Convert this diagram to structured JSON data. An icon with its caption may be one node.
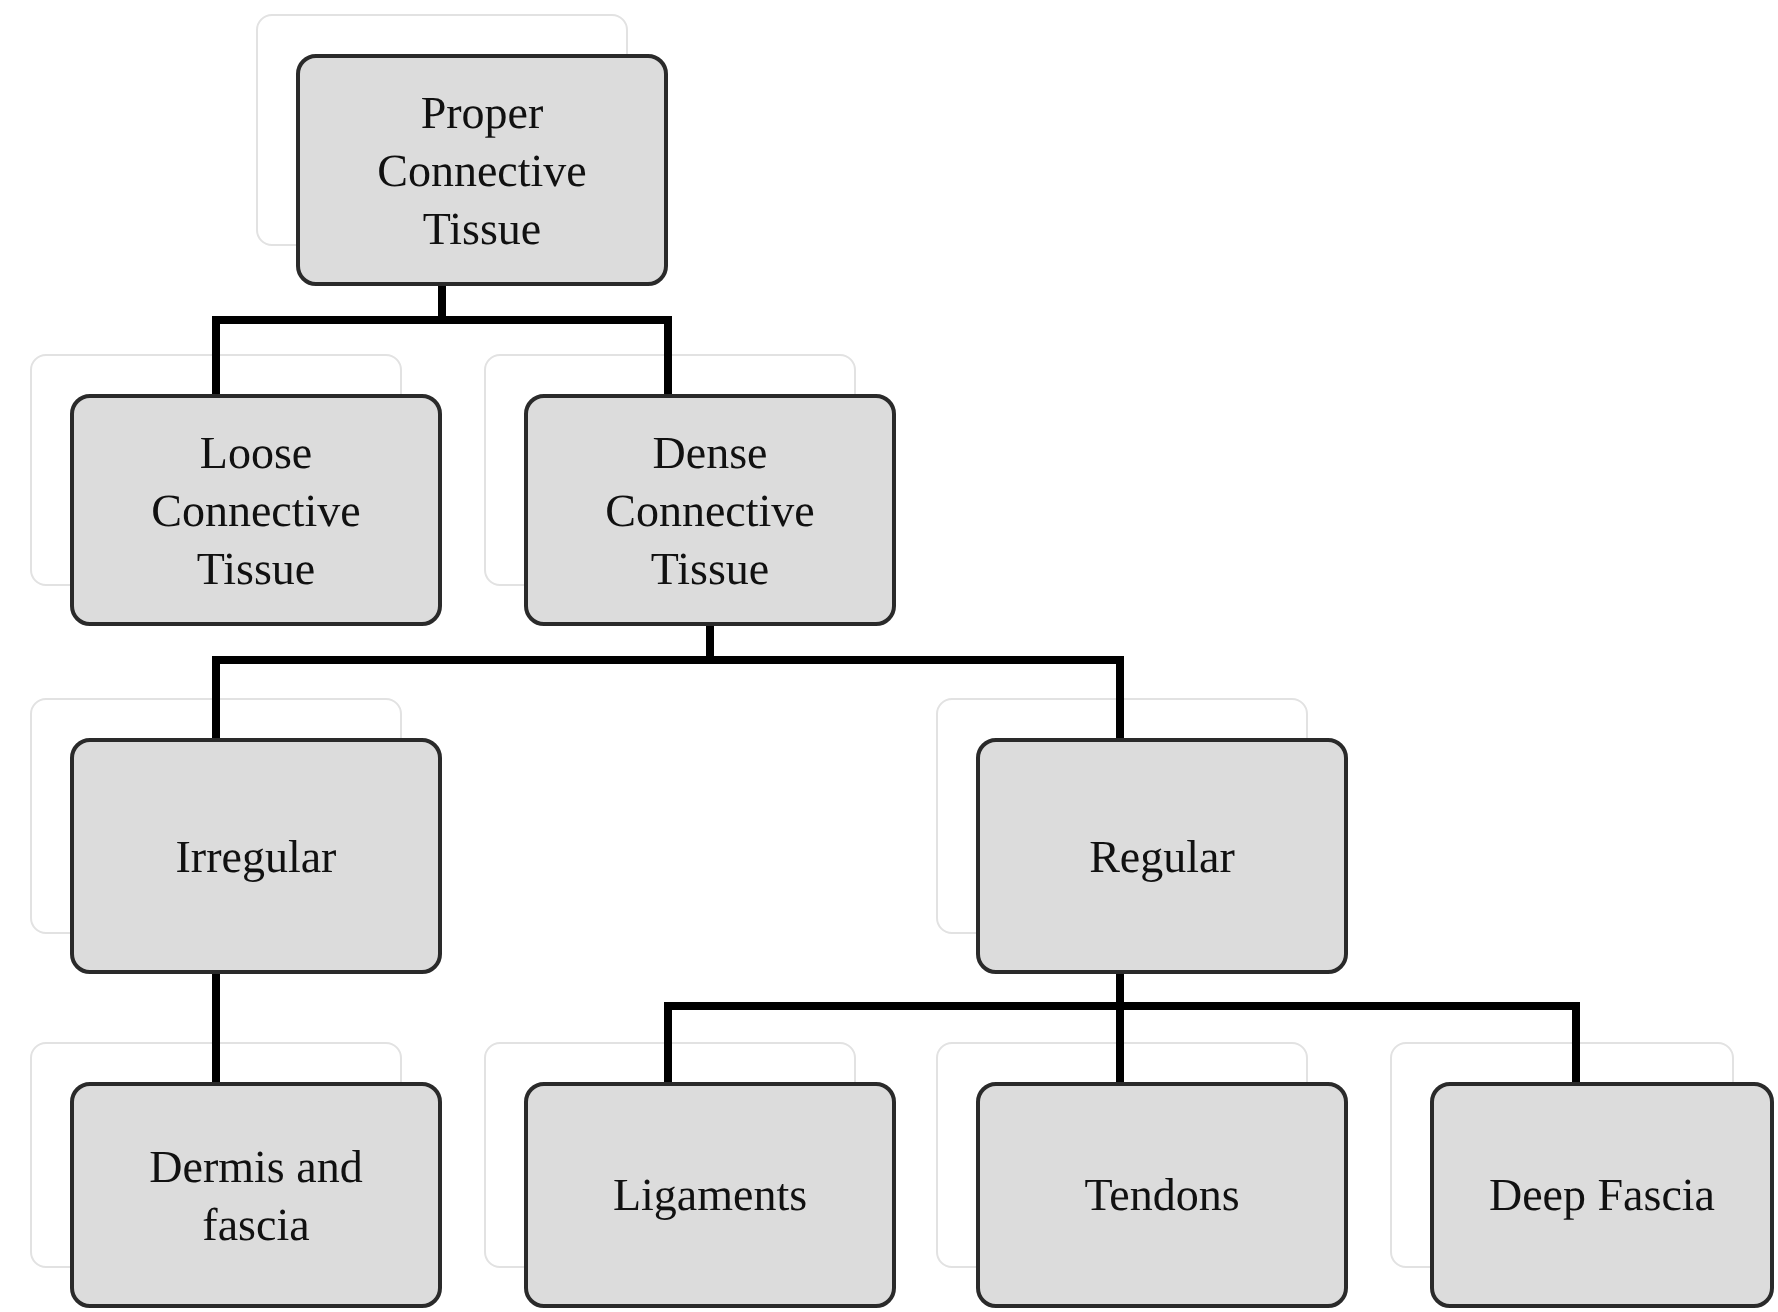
{
  "diagram": {
    "nodes": [
      {
        "text": [
          "Proper Connective Tissue"
        ]
      },
      {
        "text": [
          "Loose Connective Tissue"
        ]
      },
      {
        "text": [
          "Dense Connective Tissue"
        ]
      },
      {
        "text": [
          "Irregular"
        ]
      },
      {
        "text": [
          "Regular"
        ]
      },
      {
        "text": [
          "Dermis and fascia"
        ]
      },
      {
        "text": [
          "Ligaments"
        ]
      },
      {
        "text": [
          "Tendons"
        ]
      },
      {
        "text": [
          "Deep Fascia"
        ]
      }
    ],
    "edges": [
      {
        "from": 0,
        "to": 1,
        "arrow": "none"
      },
      {
        "from": 0,
        "to": 2,
        "arrow": "none"
      },
      {
        "from": 2,
        "to": 3,
        "arrow": "none"
      },
      {
        "from": 2,
        "to": 4,
        "arrow": "none"
      },
      {
        "from": 3,
        "to": 5,
        "arrow": "none"
      },
      {
        "from": 4,
        "to": 6,
        "arrow": "none"
      },
      {
        "from": 4,
        "to": 7,
        "arrow": "none"
      },
      {
        "from": 4,
        "to": 8,
        "arrow": "none"
      }
    ]
  }
}
